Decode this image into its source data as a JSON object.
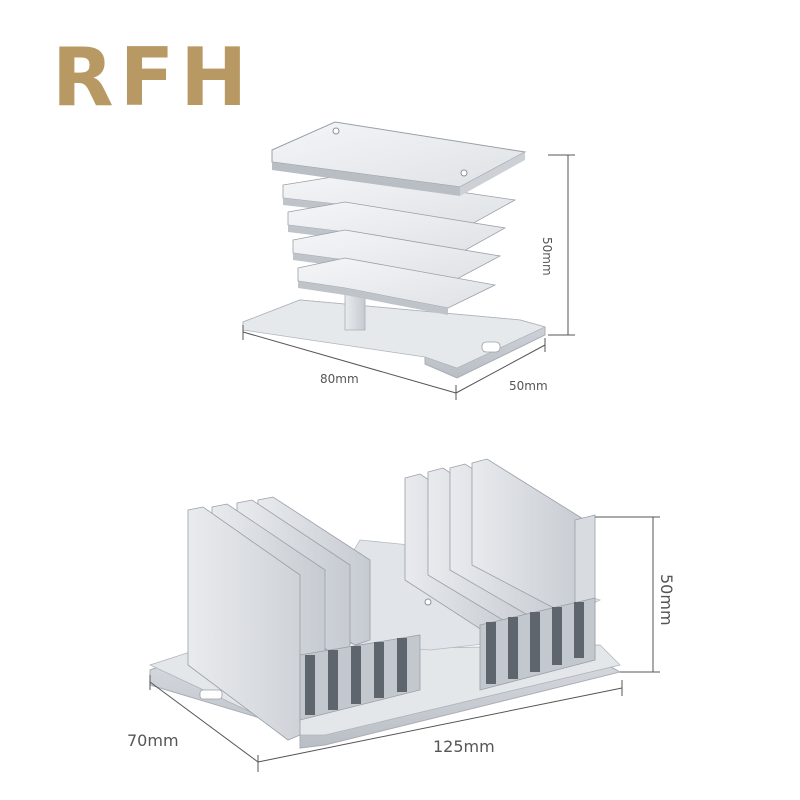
{
  "brand": {
    "logo_text": "RFH",
    "logo_color": "#b89863"
  },
  "heatsink_small": {
    "height_label": "50mm",
    "length_label": "80mm",
    "width_label": "50mm"
  },
  "heatsink_large": {
    "height_label": "50mm",
    "length_label": "125mm",
    "width_label": "70mm"
  },
  "colors": {
    "metal_light": "#eef0f3",
    "metal_mid": "#d7dbe0",
    "metal_dark": "#b3b8bf",
    "metal_shadow": "#6f757d",
    "dimension_line": "#555555"
  }
}
